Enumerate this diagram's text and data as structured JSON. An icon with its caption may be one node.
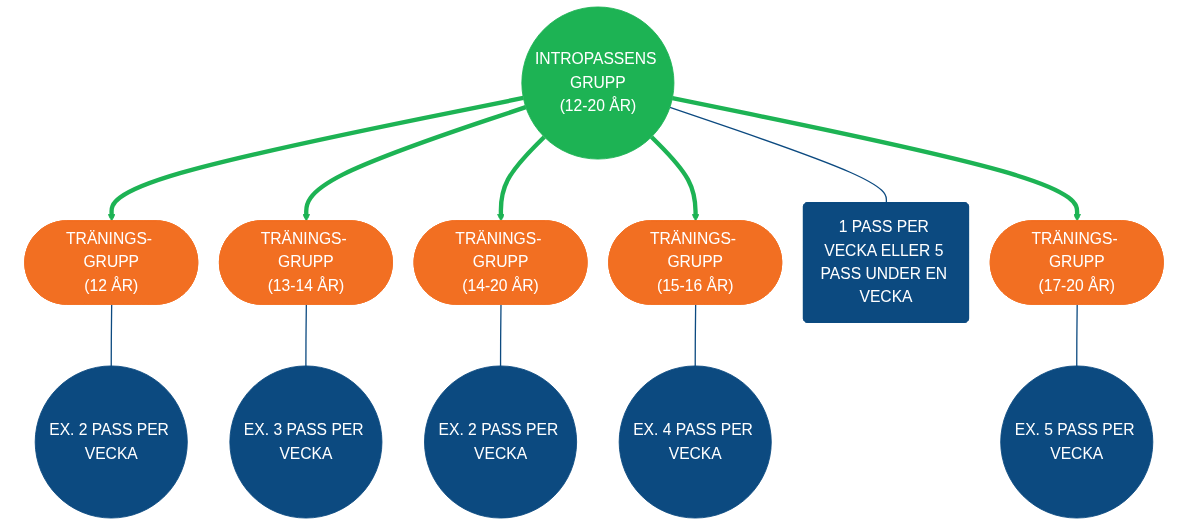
{
  "diagram": {
    "nodes": [
      {
        "text": [
          "INTROPASSENS GRUPP",
          "(12-20 ÅR)"
        ]
      },
      {
        "text": [
          "TRÄNINGS- GRUPP",
          "(12 ÅR)"
        ]
      },
      {
        "text": [
          "EX. 2 PASS PER VECKA"
        ]
      },
      {
        "text": [
          "TRÄNINGS- GRUPP",
          "(13-14 ÅR)"
        ]
      },
      {
        "text": [
          "EX. 3 PASS PER VECKA"
        ]
      },
      {
        "text": [
          "EX. 2 PASS PER VECKA"
        ]
      },
      {
        "text": [
          "TRÄNINGS- GRUPP",
          "(14-20 ÅR)"
        ]
      },
      {
        "text": [
          "EX. 4 PASS PER VECKA"
        ]
      },
      {
        "text": [
          "TRÄNINGS- GRUPP",
          "(15-16 ÅR)"
        ]
      },
      {
        "text": [
          "1 PASS PER VECKA ELLER 5 PASS UNDER EN VECKA"
        ]
      },
      {
        "text": [
          "TRÄNINGS- GRUPP",
          "(17-20 ÅR)"
        ]
      },
      {
        "text": [
          "EX. 5 PASS PER VECKA"
        ]
      }
    ],
    "edges": [
      {
        "from": 0,
        "to": 1,
        "arrow": "to",
        "style": "thick",
        "color": "#1db354"
      },
      {
        "from": 2,
        "to": 1,
        "arrow": "none"
      },
      {
        "from": 0,
        "to": 3,
        "arrow": "to",
        "style": "thick",
        "color": "#1db354"
      },
      {
        "from": 4,
        "to": 3,
        "arrow": "none"
      },
      {
        "from": 5,
        "to": 6,
        "arrow": "none"
      },
      {
        "from": 0,
        "to": 6,
        "arrow": "to",
        "style": "thick",
        "color": "#1db354"
      },
      {
        "from": 7,
        "to": 8,
        "arrow": "none"
      },
      {
        "from": 0,
        "to": 8,
        "arrow": "to",
        "style": "thick",
        "color": "#1db354"
      },
      {
        "from": 9,
        "to": 0,
        "arrow": "none"
      },
      {
        "from": 0,
        "to": 10,
        "arrow": "to",
        "style": "thick",
        "color": "#1db354"
      },
      {
        "from": 11,
        "to": 10,
        "arrow": "none"
      }
    ]
  }
}
